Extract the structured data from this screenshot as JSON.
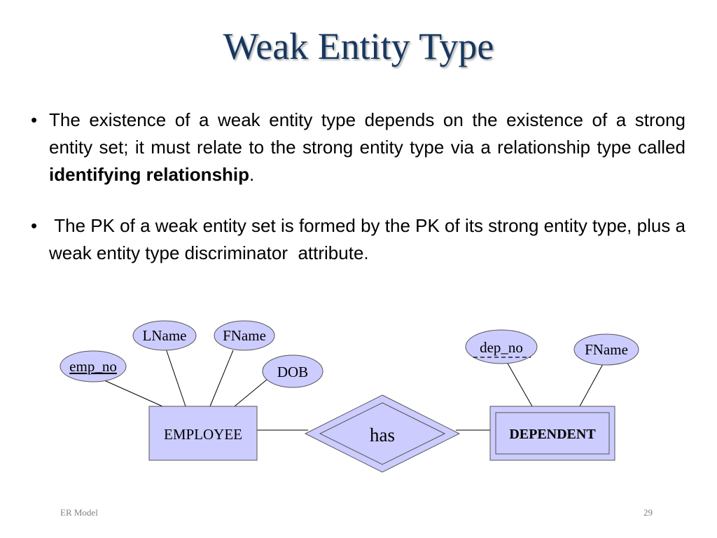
{
  "slide": {
    "title": "Weak Entity Type",
    "bullets": [
      {
        "text_before": "The existence of a weak entity type depends on the existence of a strong entity set; it must relate to the strong entity type via a relationship type called ",
        "bold": "identifying relationship",
        "text_after": "."
      },
      {
        "text_before": " The PK of a weak entity set is formed by the PK of its strong entity type, plus a weak entity type discriminator  attribute.",
        "bold": "",
        "text_after": ""
      }
    ],
    "bullet_symbol": "•",
    "footer_left": "ER Model",
    "footer_right": "29"
  },
  "diagram": {
    "entities": {
      "employee": "EMPLOYEE",
      "dependent": "DEPENDENT"
    },
    "relationship": "has",
    "attributes": {
      "emp_no": "emp_no",
      "lname": "LName",
      "fname_emp": "FName",
      "dob": "DOB",
      "dep_no": "dep_no",
      "fname_dep": "FName"
    },
    "colors": {
      "fill": "#ccccff",
      "stroke": "#555555",
      "title": "#17375e"
    }
  }
}
